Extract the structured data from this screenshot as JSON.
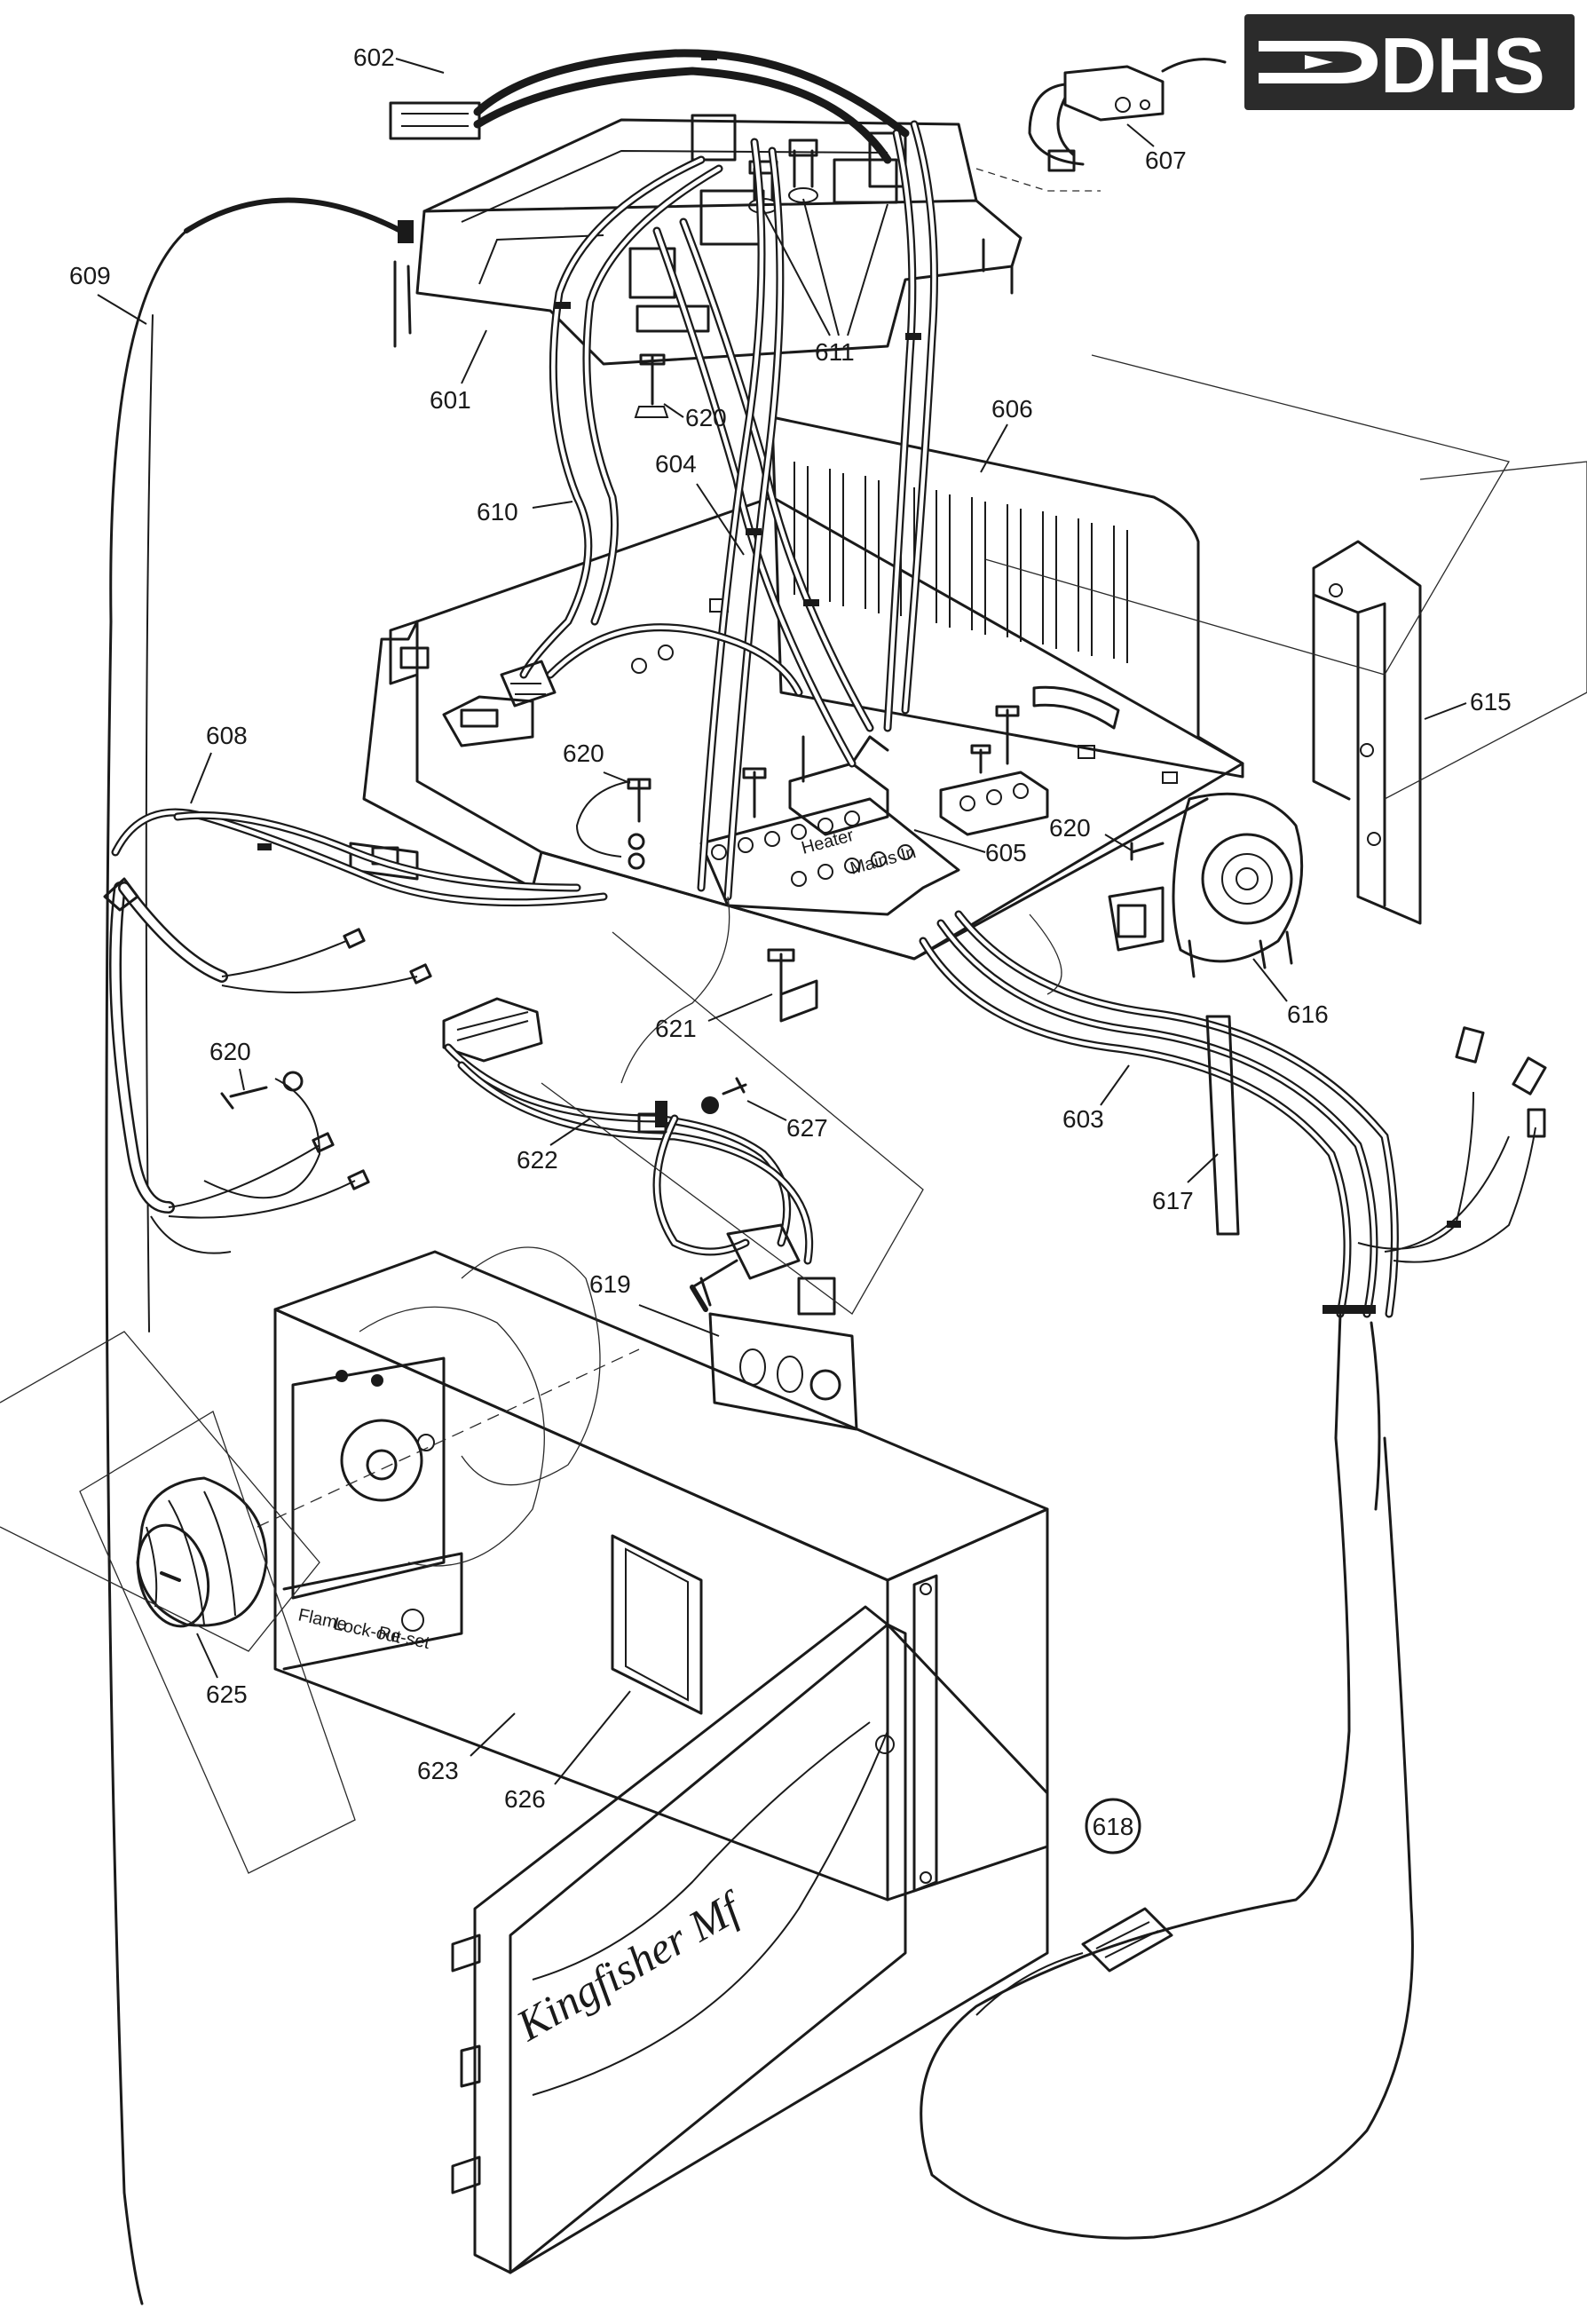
{
  "logo": {
    "text": "DHS",
    "bg_color": "#2b2b2b"
  },
  "door_branding": "Kingfisher Mf",
  "control_labels": {
    "flame": "Flame",
    "lockout": "Lock-out",
    "reset": "Re-set"
  },
  "board_labels": {
    "label_a": "Heater",
    "label_b": "Mains In"
  },
  "part_labels": [
    "602",
    "607",
    "609",
    "601",
    "620",
    "611",
    "606",
    "610",
    "604",
    "608",
    "620",
    "605",
    "620",
    "615",
    "616",
    "621",
    "620",
    "627",
    "622",
    "603",
    "617",
    "619",
    "625",
    "623",
    "626",
    "618"
  ],
  "highlight_label": "618"
}
